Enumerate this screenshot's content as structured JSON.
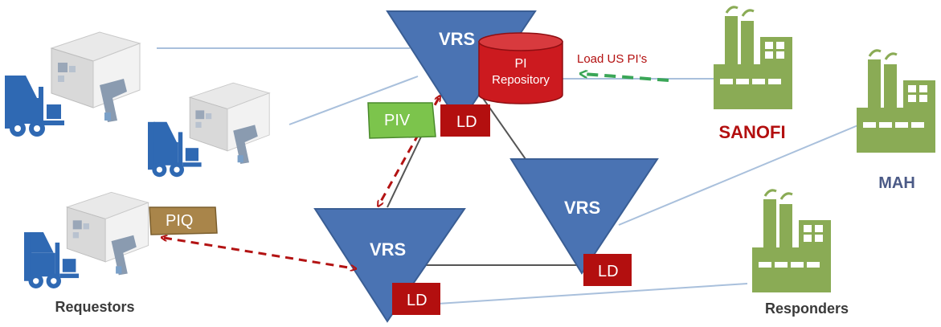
{
  "colors": {
    "vrs_fill": "#4a73b3",
    "vrs_stroke": "#3a5e94",
    "ld_fill": "#b30f0f",
    "repo_fill": "#cc1a1f",
    "factory": "#8aab55",
    "truck": "#2f69b3",
    "link_line": "#a9c0dc",
    "ld_link": "#555555",
    "dash_red": "#b31313",
    "dash_green": "#3aa657",
    "sanofi_text": "#b30f0f",
    "mah_text": "#4b5a86",
    "piv_fill": "#7cc44c",
    "piq_fill": "#a9854a"
  },
  "vrs_nodes": [
    {
      "label": "VRS",
      "ld": "LD"
    },
    {
      "label": "VRS",
      "ld": "LD"
    },
    {
      "label": "VRS",
      "ld": "LD"
    }
  ],
  "repository": {
    "line1": "PI",
    "line2": "Repository"
  },
  "load_label": "Load US PI’s",
  "piv_label": "PIV",
  "piq_label": "PIQ",
  "sanofi_label": "SANOFI",
  "mah_label": "MAH",
  "requestors_label": "Requestors",
  "responders_label": "Responders",
  "icons": [
    "forklift-icon",
    "scanner-icon",
    "package-icon",
    "factory-icon"
  ]
}
